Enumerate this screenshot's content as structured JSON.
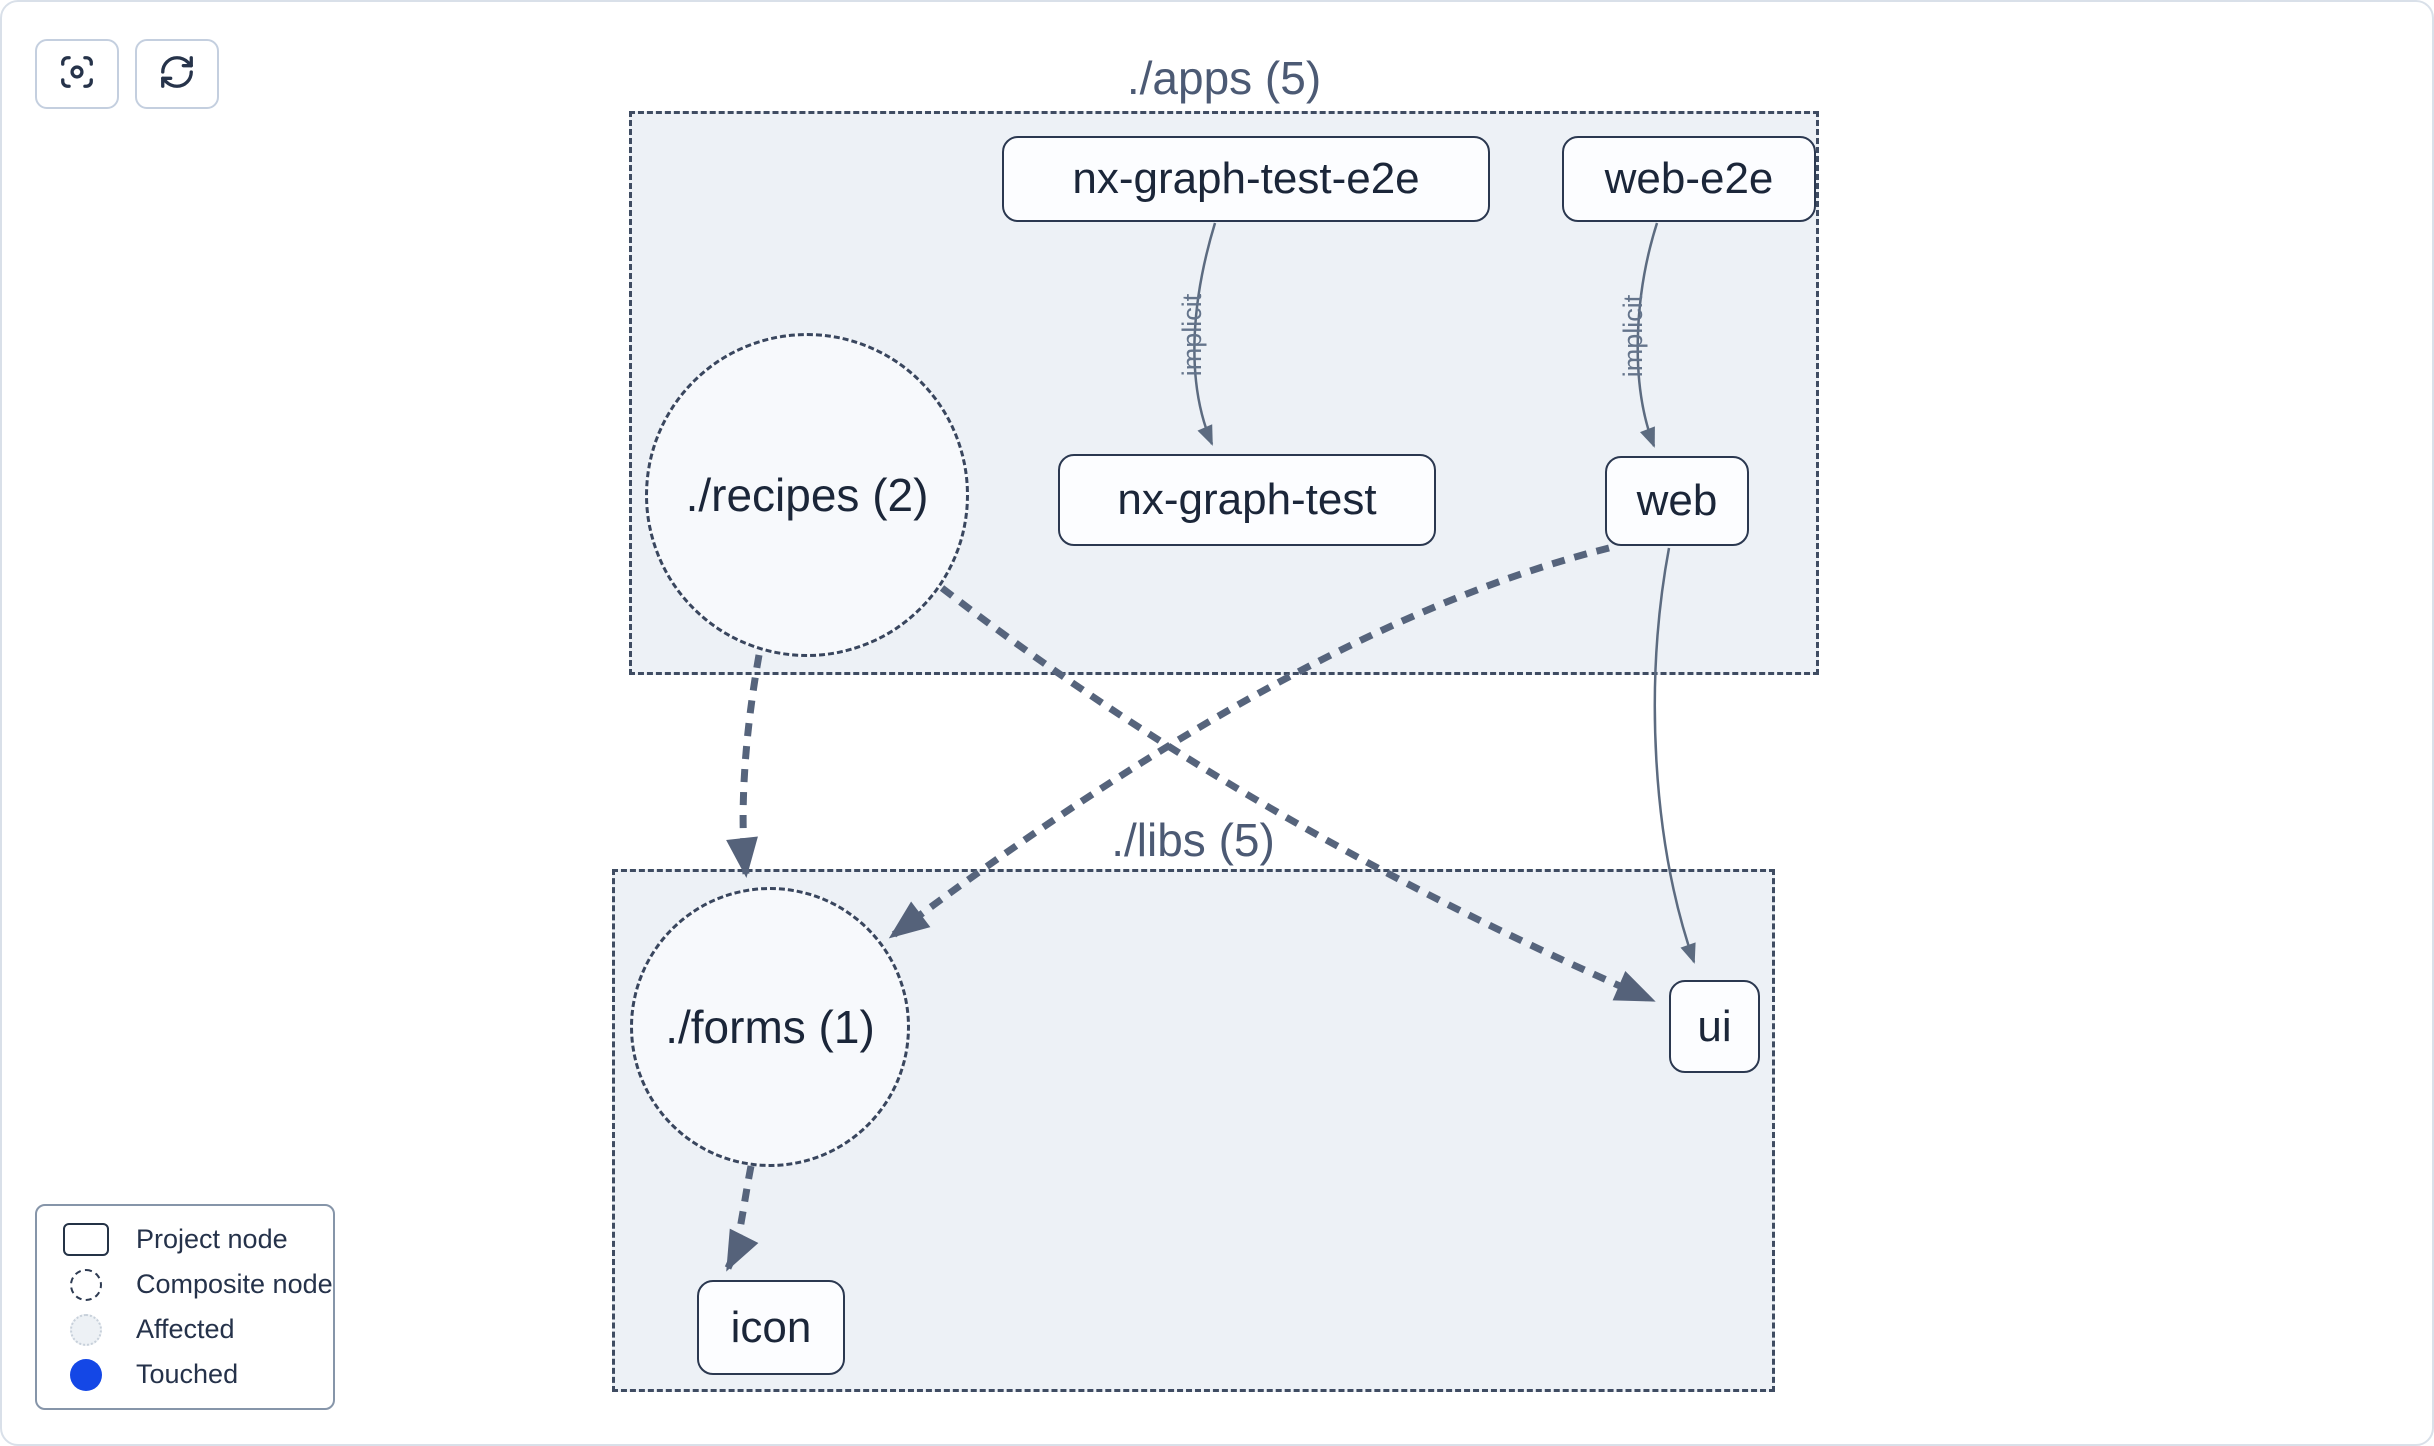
{
  "toolbar": {
    "buttons": [
      {
        "icon": "focus-icon"
      },
      {
        "icon": "refresh-icon"
      }
    ]
  },
  "graph": {
    "groups": [
      {
        "id": "apps",
        "label": "./apps (5)"
      },
      {
        "id": "libs",
        "label": "./libs (5)"
      }
    ],
    "nodes": [
      {
        "id": "nx-graph-test-e2e",
        "label": "nx-graph-test-e2e",
        "type": "project",
        "group": "apps"
      },
      {
        "id": "web-e2e",
        "label": "web-e2e",
        "type": "project",
        "group": "apps"
      },
      {
        "id": "recipes",
        "label": "./recipes (2)",
        "type": "composite",
        "group": "apps"
      },
      {
        "id": "nx-graph-test",
        "label": "nx-graph-test",
        "type": "project",
        "group": "apps"
      },
      {
        "id": "web",
        "label": "web",
        "type": "project",
        "group": "apps"
      },
      {
        "id": "forms",
        "label": "./forms (1)",
        "type": "composite",
        "group": "libs"
      },
      {
        "id": "ui",
        "label": "ui",
        "type": "project",
        "group": "libs"
      },
      {
        "id": "icon",
        "label": "icon",
        "type": "project",
        "group": "libs"
      }
    ],
    "edges": [
      {
        "source": "nx-graph-test-e2e",
        "target": "nx-graph-test",
        "label": "implicit",
        "style": "solid-thin"
      },
      {
        "source": "web-e2e",
        "target": "web",
        "label": "implicit",
        "style": "solid-thin"
      },
      {
        "source": "recipes",
        "target": "forms",
        "label": "",
        "style": "dashed-thick"
      },
      {
        "source": "recipes",
        "target": "ui",
        "label": "",
        "style": "dashed-thick"
      },
      {
        "source": "web",
        "target": "forms",
        "label": "",
        "style": "dashed-thick"
      },
      {
        "source": "web",
        "target": "ui",
        "label": "",
        "style": "solid-thin"
      },
      {
        "source": "forms",
        "target": "icon",
        "label": "",
        "style": "dashed-thick"
      }
    ]
  },
  "legend": {
    "items": [
      {
        "swatch": "project-node",
        "label": "Project node"
      },
      {
        "swatch": "composite-node",
        "label": "Composite node"
      },
      {
        "swatch": "affected",
        "label": "Affected"
      },
      {
        "swatch": "touched",
        "label": "Touched",
        "color": "#1447e6"
      }
    ]
  },
  "colors": {
    "touched_blue": "#1447e6",
    "group_fill": "#edf1f6",
    "group_border": "#3f4c62",
    "edge_thick": "#56647c",
    "edge_thin": "#5c6b80",
    "node_border": "#2b3850",
    "node_text": "#1b2639",
    "group_label_text": "#4c5a74"
  }
}
